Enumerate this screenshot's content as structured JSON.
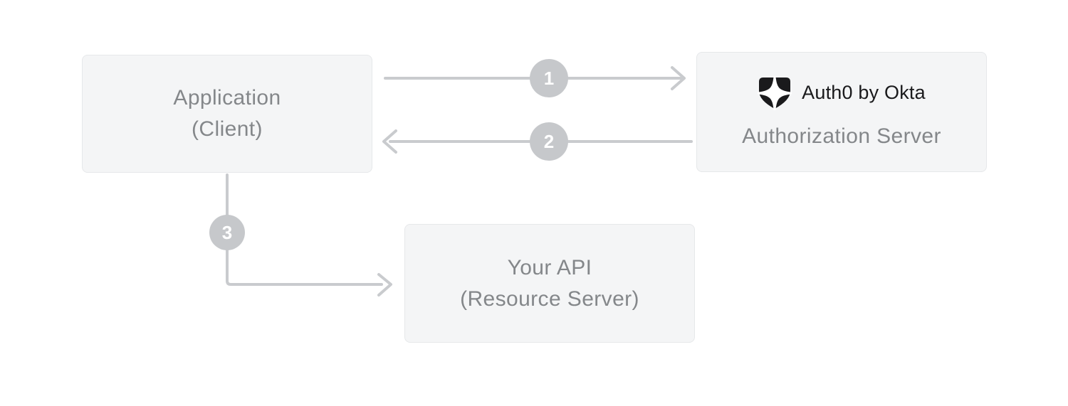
{
  "colors": {
    "box_bg": "#f4f5f6",
    "box_border": "#e6e8ea",
    "box_text": "#84878a",
    "arrow": "#c9cbce",
    "badge_bg": "#c6c8cb",
    "badge_text": "#ffffff",
    "logo": "#1a1a1c"
  },
  "nodes": {
    "application": {
      "lines": [
        "Application",
        "(Client)"
      ]
    },
    "auth_server": {
      "logo_text": "Auth0 by Okta",
      "label": "Authorization Server"
    },
    "api": {
      "lines": [
        "Your API",
        "(Resource Server)"
      ]
    }
  },
  "steps": [
    {
      "number": "1"
    },
    {
      "number": "2"
    },
    {
      "number": "3"
    }
  ]
}
